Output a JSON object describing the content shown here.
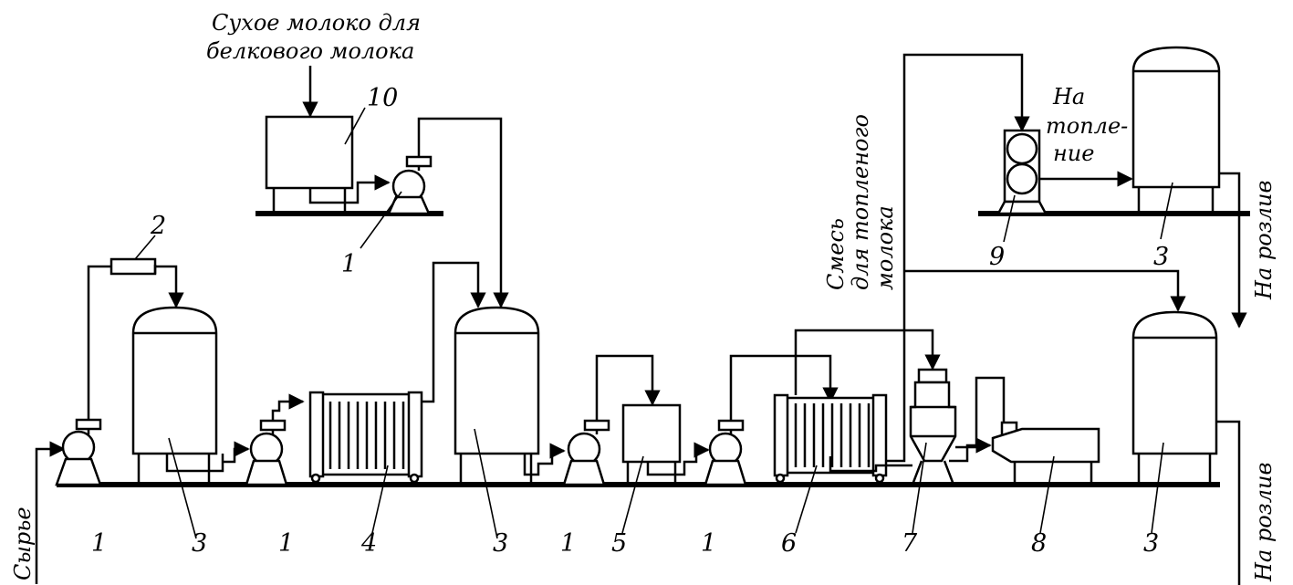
{
  "labels": {
    "dry_milk_line1": "Сухое молоко для",
    "dry_milk_line2": "белкового молока",
    "raw": "Сырье",
    "baked_mix_line1": "Смесь",
    "baked_mix_line2": "для топленого",
    "baked_mix_line3": "молока",
    "to_baking_line1": "На",
    "to_baking_line2": "топле-",
    "to_baking_line3": "ние",
    "bottling_upper": "На розлив",
    "bottling_lower": "На розлив"
  },
  "numbers": {
    "pump_1a": "1",
    "tank_3a": "3",
    "pump_1b": "1",
    "exchanger_4": "4",
    "tank_3b": "3",
    "pump_1c": "1",
    "unit_5": "5",
    "pump_1d": "1",
    "exchanger_6": "6",
    "homogenizer_7": "7",
    "unit_8": "8",
    "tank_3c": "3",
    "filter_2": "2",
    "mixer_10": "10",
    "pump_1e": "1",
    "unit_9": "9",
    "tank_3d": "3"
  }
}
